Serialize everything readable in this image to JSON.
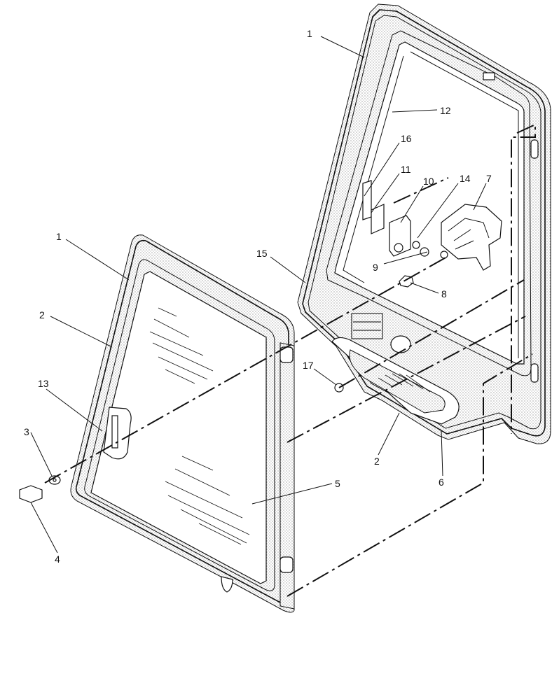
{
  "callouts": [
    {
      "id": "c1a",
      "text": "1"
    },
    {
      "id": "c12",
      "text": "12"
    },
    {
      "id": "c16",
      "text": "16"
    },
    {
      "id": "c11",
      "text": "11"
    },
    {
      "id": "c10",
      "text": "10"
    },
    {
      "id": "c14",
      "text": "14"
    },
    {
      "id": "c7",
      "text": "7"
    },
    {
      "id": "c15",
      "text": "15"
    },
    {
      "id": "c9",
      "text": "9"
    },
    {
      "id": "c8",
      "text": "8"
    },
    {
      "id": "c1b",
      "text": "1"
    },
    {
      "id": "c2a",
      "text": "2"
    },
    {
      "id": "c13",
      "text": "13"
    },
    {
      "id": "c17",
      "text": "17"
    },
    {
      "id": "c3",
      "text": "3"
    },
    {
      "id": "c4",
      "text": "4"
    },
    {
      "id": "c5",
      "text": "5"
    },
    {
      "id": "c2b",
      "text": "2"
    },
    {
      "id": "c6",
      "text": "6"
    }
  ]
}
